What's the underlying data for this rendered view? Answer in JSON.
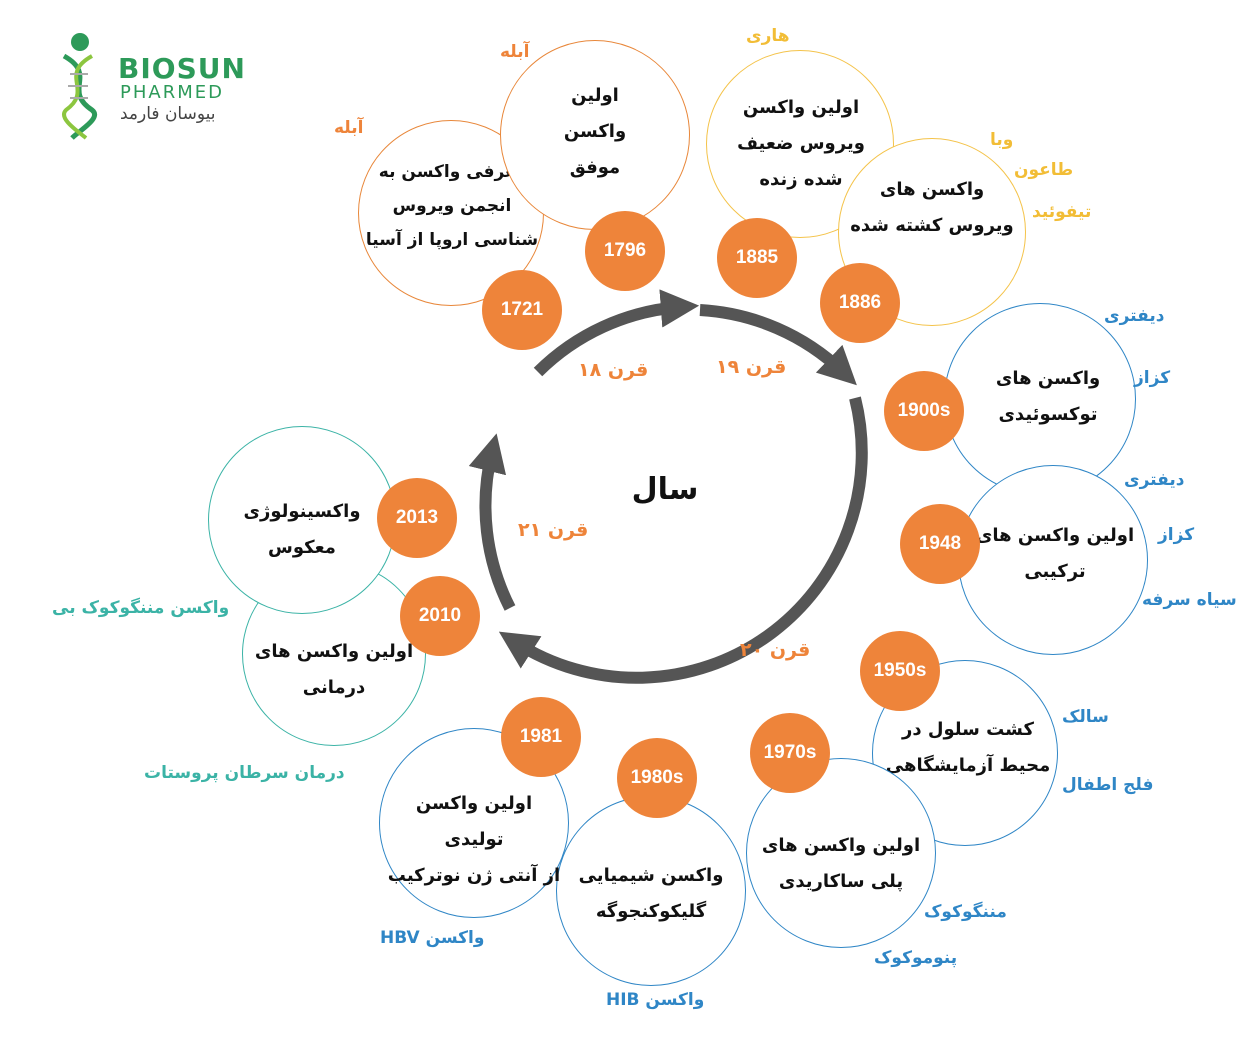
{
  "logo": {
    "name_line1": "BIOSUN",
    "name_line2": "PHARMED",
    "name_fa": "بیوسان فارمد"
  },
  "center_title": "سال",
  "centuries": {
    "c18": "قرن ۱۸",
    "c19": "قرن ۱۹",
    "c20": "قرن ۲۰",
    "c21": "قرن ۲۱"
  },
  "events": [
    {
      "year": "1721",
      "text": "معرفی واکسن به\nانجمن ویروس\nشناسی اروپا از آسیا",
      "labels": [
        "آبله"
      ]
    },
    {
      "year": "1796",
      "text": "اولین\nواکسن\nموفق",
      "labels": [
        "آبله"
      ]
    },
    {
      "year": "1885",
      "text": "اولین واکسن\nویروس ضعیف\nشده زنده",
      "labels": [
        "هاری"
      ]
    },
    {
      "year": "1886",
      "text": "واکسن های\nویروس کشته شده",
      "labels": [
        "وبا",
        "طاعون",
        "تیفوئید"
      ]
    },
    {
      "year": "1900s",
      "text": "واکسن های\nتوکسوئیدی",
      "labels": [
        "دیفتری",
        "کزاز"
      ]
    },
    {
      "year": "1948",
      "text": "اولین واکسن های\nترکیبی",
      "labels": [
        "دیفتری",
        "کزاز",
        "سیاه سرفه"
      ]
    },
    {
      "year": "1950s",
      "text": "کشت سلول در\nمحیط آزمایشگاهی",
      "labels": [
        "سالک",
        "فلج اطفال"
      ]
    },
    {
      "year": "1970s",
      "text": "اولین واکسن های\nپلی ساکاریدی",
      "labels": [
        "مننگوکوک",
        "پنوموکوک"
      ]
    },
    {
      "year": "1980s",
      "text": "واکسن شیمیایی\nگلیکوکنجوگه",
      "labels": [
        "واکسن HIB"
      ]
    },
    {
      "year": "1981",
      "text": "اولین واکسن تولیدی\nاز آنتی ژن نوترکیب",
      "labels": [
        "واکسن HBV"
      ]
    },
    {
      "year": "2010",
      "text": "اولین واکسن های\nدرمانی",
      "labels": [
        "درمان سرطان پروستات"
      ]
    },
    {
      "year": "2013",
      "text": "واکسینولوژی\nمعکوس",
      "labels": [
        "واکسن مننگوکوک بی"
      ]
    }
  ],
  "colors": {
    "orange": "#ee843a",
    "yellow": "#f4c34a",
    "blue": "#2f86c6",
    "teal": "#3bb3a6",
    "arrow": "#555555"
  }
}
